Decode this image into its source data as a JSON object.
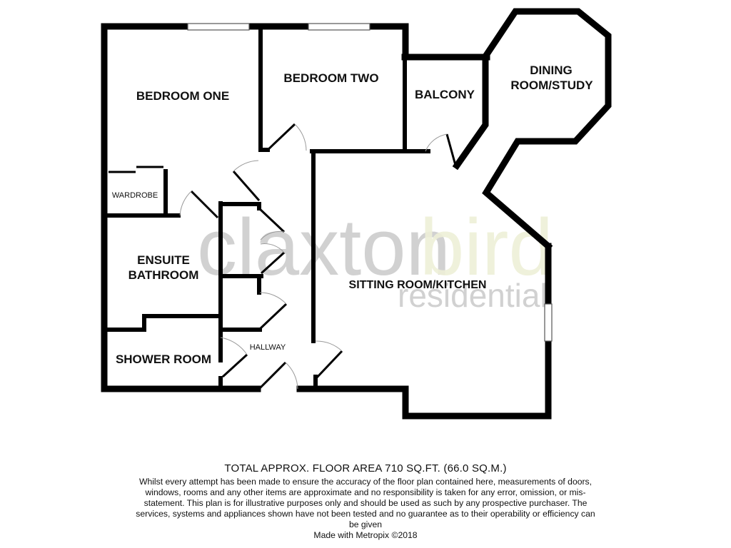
{
  "rooms": {
    "bedroom_one": "BEDROOM ONE",
    "bedroom_two": "BEDROOM TWO",
    "balcony": "BALCONY",
    "dining_line1": "DINING",
    "dining_line2": "ROOM/STUDY",
    "wardrobe": "WARDROBE",
    "ensuite_line1": "ENSUITE",
    "ensuite_line2": "BATHROOM",
    "shower_room": "SHOWER ROOM",
    "hallway": "HALLWAY",
    "sitting_room": "SITTING ROOM/KITCHEN"
  },
  "watermark": {
    "brand_part1": "claxton",
    "brand_part2": "bird",
    "tagline": "residential",
    "colors": {
      "part1": "#c9c9c9",
      "part2": "#eef0d8",
      "tagline": "#c9c9c9"
    }
  },
  "footer": {
    "total_area": "TOTAL APPROX. FLOOR AREA 710 SQ.FT. (66.0 SQ.M.)",
    "disclaimer": "Whilst every attempt has been made to ensure the accuracy of the floor plan contained here, measurements of doors, windows, rooms and any other items are approximate and no responsibility is taken for any error, omission, or mis-statement. This plan is for illustrative purposes only and should be used as such by any prospective purchaser. The services, systems and appliances shown have not been tested and no guarantee as to their operability or efficiency can be given",
    "credit": "Made with Metropix ©2018"
  }
}
